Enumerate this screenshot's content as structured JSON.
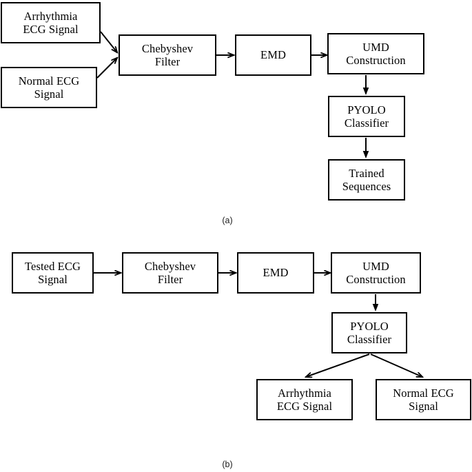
{
  "figure": {
    "caption_a": "(a)",
    "caption_b": "(b)",
    "stroke_color": "#000000",
    "background_color": "#ffffff"
  },
  "diagram_a": {
    "nodes": {
      "arrhythmia_input": "Arrhythmia\nECG Signal",
      "normal_input": "Normal ECG\nSignal",
      "chebyshev_filter": "Chebyshev\nFilter",
      "emd": "EMD",
      "umd_construction": "UMD\nConstruction",
      "pyolo_classifier": "PYOLO\nClassifier",
      "trained_sequences": "Trained\nSequences"
    }
  },
  "diagram_b": {
    "nodes": {
      "tested_input": "Tested ECG\nSignal",
      "chebyshev_filter": "Chebyshev\nFilter",
      "emd": "EMD",
      "umd_construction": "UMD\nConstruction",
      "pyolo_classifier": "PYOLO\nClassifier",
      "arrhythmia_output": "Arrhythmia\nECG Signal",
      "normal_output": "Normal ECG\nSignal"
    }
  }
}
